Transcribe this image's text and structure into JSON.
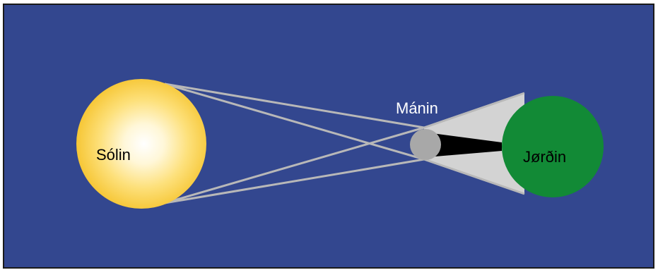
{
  "labels": {
    "sun": "Sólin",
    "moon": "Mánin",
    "earth": "Jørðin"
  },
  "colors": {
    "background": "#33478f",
    "frame": "#1a1a1a",
    "sun_outer": "#f7c62f",
    "sun_inner": "#ffffff",
    "moon": "#a8a8a8",
    "earth": "#128a36",
    "penumbra": "#d3d3d3",
    "umbra": "#000000",
    "rays": "#b8b8b8"
  }
}
